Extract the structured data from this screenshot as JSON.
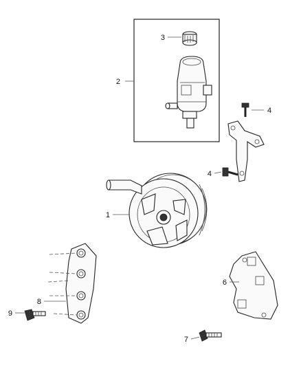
{
  "callouts": {
    "c1": "1",
    "c2": "2",
    "c3": "3",
    "c4a": "4",
    "c4b": "4",
    "c6": "6",
    "c7": "7",
    "c8": "8",
    "c9": "9"
  }
}
